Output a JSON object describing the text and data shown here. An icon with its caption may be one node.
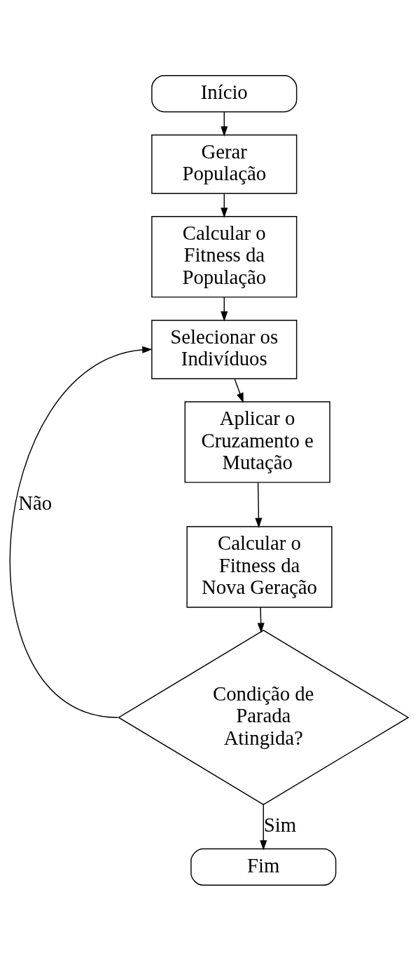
{
  "diagram": {
    "nodes": [
      {
        "text": [
          "Início"
        ]
      },
      {
        "text": [
          "Gerar População"
        ]
      },
      {
        "text": [
          "Calcular o Fitness da População"
        ]
      },
      {
        "text": [
          "Selecionar os Indivíduos"
        ]
      },
      {
        "text": [
          "Aplicar o Cruzamento e Mutação"
        ]
      },
      {
        "text": [
          "Calcular o Fitness da Nova Geração"
        ]
      },
      {
        "text": [
          "Condição de Parada Atingida?"
        ]
      },
      {
        "text": [
          "Fim"
        ]
      }
    ],
    "edges": [
      {
        "from": 0,
        "to": 1,
        "arrow": "to"
      },
      {
        "from": 1,
        "to": 2,
        "arrow": "to"
      },
      {
        "from": 2,
        "to": 3,
        "arrow": "to"
      },
      {
        "from": 3,
        "to": 4,
        "arrow": "to"
      },
      {
        "from": 4,
        "to": 5,
        "arrow": "to"
      },
      {
        "from": 5,
        "to": 6,
        "arrow": "to"
      },
      {
        "from": 6,
        "to": 3,
        "arrow": "to",
        "label": "Não"
      },
      {
        "from": 6,
        "to": 7,
        "arrow": "to",
        "label": "Sim"
      }
    ]
  }
}
